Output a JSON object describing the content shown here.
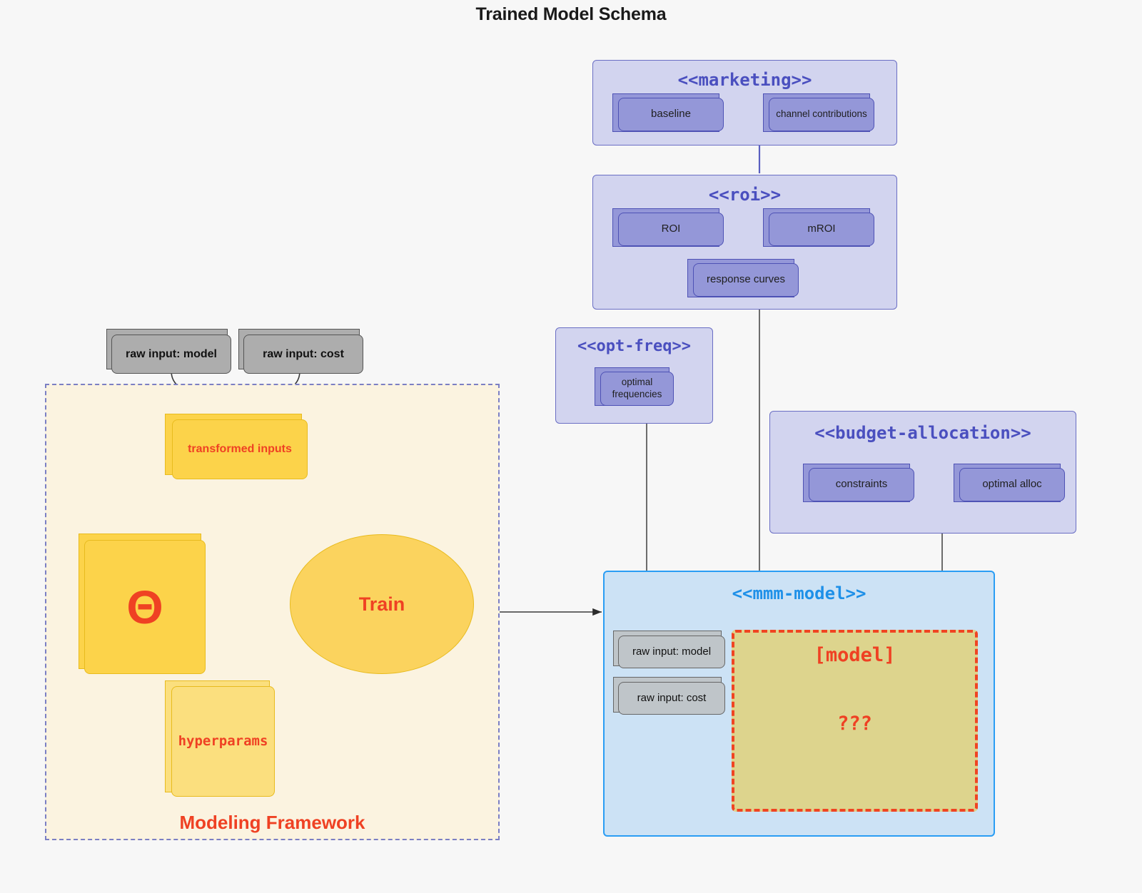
{
  "title": "Trained Model Schema",
  "colors": {
    "background": "#f7f7f7",
    "package_purple_fill": "#d2d4ef",
    "package_purple_border": "#6a6ec4",
    "package_blue_fill": "#cce2f5",
    "package_blue_border": "#2a9df4",
    "node_purple_fill": "#9497d8",
    "node_purple_border": "#4e52b5",
    "node_gray_fill": "#adadad",
    "node_gray_light_fill": "#bfc5c9",
    "node_yellow_fill": "#fcd34a",
    "node_yellow_light_fill": "#fbdf7e",
    "framework_fill": "#fbf3e0",
    "framework_border": "#7b7fc4",
    "accent_red": "#ef4123",
    "model_placeholder_fill": "#ddd48d",
    "title_blue": "#1e90e8",
    "title_purple": "#4a4fbf"
  },
  "framework": {
    "label": "Modeling Framework",
    "raw_inputs": [
      {
        "label": "raw input: model"
      },
      {
        "label": "raw input: cost"
      }
    ],
    "transformed_inputs": "transformed inputs",
    "theta": "Θ",
    "hyperparams": "hyperparams",
    "train": "Train"
  },
  "packages": [
    {
      "name": "marketing",
      "title": "<<marketing>>",
      "nodes": [
        {
          "label": "baseline"
        },
        {
          "label": "channel contributions"
        }
      ],
      "relation": "bidirectional"
    },
    {
      "name": "roi",
      "title": "<<roi>>",
      "nodes": [
        {
          "label": "ROI"
        },
        {
          "label": "mROI"
        },
        {
          "label": "response curves"
        }
      ],
      "relation": "bidirectional"
    },
    {
      "name": "opt-freq",
      "title": "<<opt-freq>>",
      "nodes": [
        {
          "label": "optimal\nfrequencies"
        }
      ]
    },
    {
      "name": "budget-allocation",
      "title": "<<budget-allocation>>",
      "nodes": [
        {
          "label": "constraints"
        },
        {
          "label": "optimal alloc"
        }
      ],
      "relation": "bidirectional"
    },
    {
      "name": "mmm-model",
      "title": "<<mmm-model>>",
      "nodes": [
        {
          "label": "raw input: model"
        },
        {
          "label": "raw input: cost"
        }
      ],
      "placeholder": {
        "label": "[model]",
        "unknown": "???"
      }
    }
  ]
}
